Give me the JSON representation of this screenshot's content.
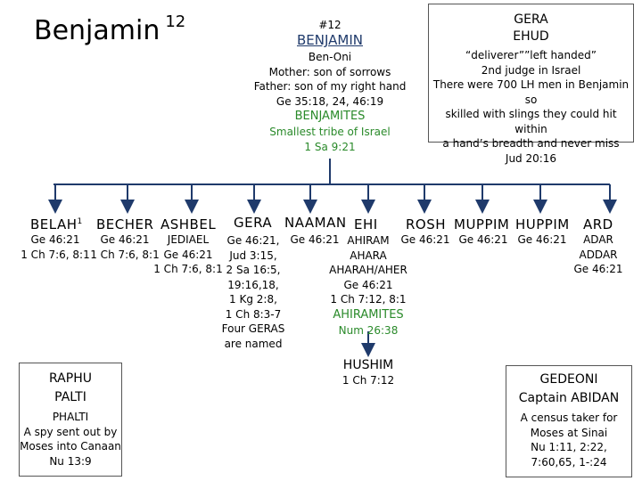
{
  "title": {
    "name": "Benjamin",
    "number": "12"
  },
  "center": {
    "number": "#12",
    "name": "BENJAMIN",
    "lines": [
      "Ben-Oni",
      "Mother: son of sorrows",
      "Father: son of my right hand",
      "Ge 35:18, 24, 46:19"
    ],
    "tribe": "BENJAMITES",
    "note": "Smallest tribe of Israel",
    "note_ref": "1 Sa 9:21"
  },
  "gera_box": {
    "title1": "GERA",
    "title2": "EHUD",
    "lines": [
      "“deliverer””left handed”",
      "2nd judge in Israel",
      "There were 700 LH men in Benjamin so",
      "skilled with slings they could hit within",
      "a hand’s breadth and never miss",
      "Jud 20:16"
    ]
  },
  "children": {
    "belah": {
      "name": "BELAH",
      "sup": "1",
      "refs": [
        "Ge 46:21",
        "1 Ch 7:6, 8:1"
      ]
    },
    "becher": {
      "name": "BECHER",
      "refs": [
        "Ge 46:21",
        "1 Ch 7:6, 8:1"
      ]
    },
    "ashbel": {
      "name": "ASHBEL",
      "refs": [
        "JEDIAEL",
        "Ge 46:21",
        "1 Ch 7:6, 8:1"
      ]
    },
    "gera": {
      "name": "GERA",
      "refs": [
        "Ge 46:21,",
        "Jud 3:15,",
        "2 Sa 16:5,",
        "19:16,18,",
        "1 Kg 2:8,",
        "1 Ch 8:3-7",
        "Four GERAS",
        "are named"
      ]
    },
    "naaman": {
      "name": "NAAMAN",
      "refs": [
        "Ge 46:21"
      ]
    },
    "ehi": {
      "name": "EHI",
      "refs": [
        "AHIRAM",
        "AHARA",
        "AHARAH/AHER",
        "Ge 46:21",
        "1 Ch 7:12, 8:1"
      ],
      "tribe": "AHIRAMITES",
      "tribe_ref": "Num 26:38"
    },
    "rosh": {
      "name": "ROSH",
      "refs": [
        "Ge 46:21"
      ]
    },
    "muppim": {
      "name": "MUPPIM",
      "refs": [
        "Ge 46:21"
      ]
    },
    "huppim": {
      "name": "HUPPIM",
      "refs": [
        "Ge 46:21"
      ]
    },
    "ard": {
      "name": "ARD",
      "refs": [
        "ADAR",
        "ADDAR",
        "Ge 46:21"
      ]
    }
  },
  "hushim": {
    "name": "HUSHIM",
    "ref": "1 Ch 7:12"
  },
  "raphu_box": {
    "title1": "RAPHU",
    "title2": "PALTI",
    "lines": [
      "PHALTI",
      "A spy sent out by",
      "Moses into Canaan",
      "Nu 13:9"
    ]
  },
  "gedeoni_box": {
    "title1": "GEDEONI",
    "title2": "Captain ABIDAN",
    "lines": [
      "A census taker for",
      "Moses at Sinai",
      "Nu 1:11, 2:22,",
      "7:60,65, 1-:24"
    ]
  },
  "colors": {
    "line": "#1f3a6b",
    "green": "#2a8a2a",
    "border": "#555555"
  }
}
